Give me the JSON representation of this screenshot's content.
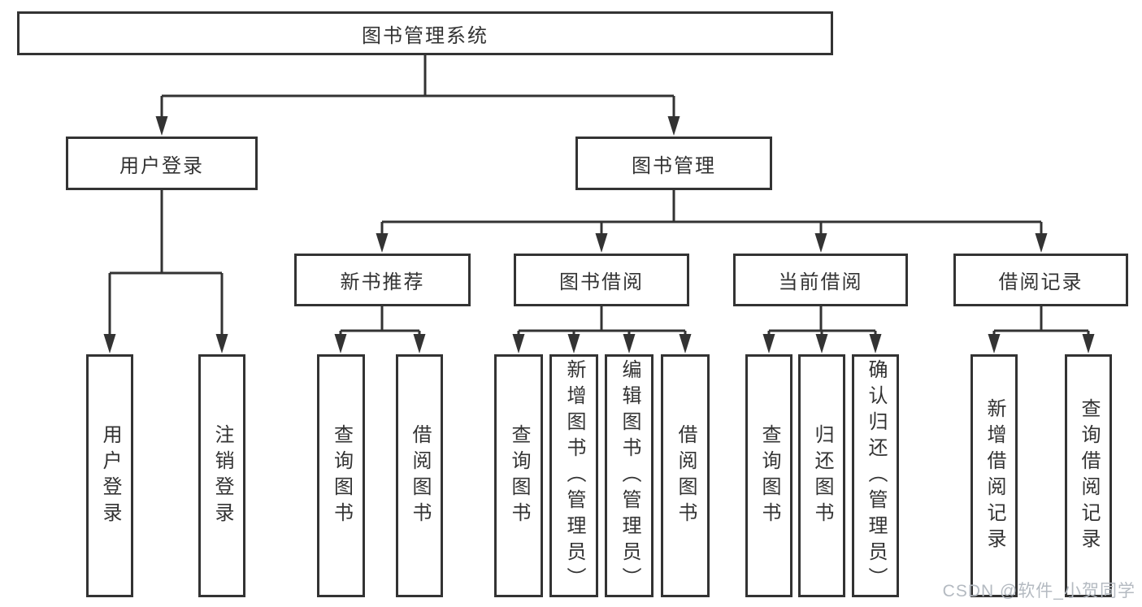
{
  "diagram": {
    "root": {
      "label": "图书管理系统"
    },
    "branches": [
      {
        "label": "用户登录",
        "children": [
          {
            "label": "用户登录"
          },
          {
            "label": "注销登录"
          }
        ]
      },
      {
        "label": "图书管理",
        "children": [
          {
            "label": "新书推荐",
            "children": [
              {
                "label": "查询图书"
              },
              {
                "label": "借阅图书"
              }
            ]
          },
          {
            "label": "图书借阅",
            "children": [
              {
                "label": "查询图书"
              },
              {
                "label": "新增图书（管理员）"
              },
              {
                "label": "编辑图书（管理员）"
              },
              {
                "label": "借阅图书"
              }
            ]
          },
          {
            "label": "当前借阅",
            "children": [
              {
                "label": "查询图书"
              },
              {
                "label": "归还图书"
              },
              {
                "label": "确认归还（管理员）"
              }
            ]
          },
          {
            "label": "借阅记录",
            "children": [
              {
                "label": "新增借阅记录"
              },
              {
                "label": "查询借阅记录"
              }
            ]
          }
        ]
      }
    ],
    "watermark": "CSDN @软件_小贺同学",
    "colors": {
      "line": "#333333",
      "text": "#333333",
      "watermark": "#b4bac1",
      "background": "#ffffff"
    }
  }
}
